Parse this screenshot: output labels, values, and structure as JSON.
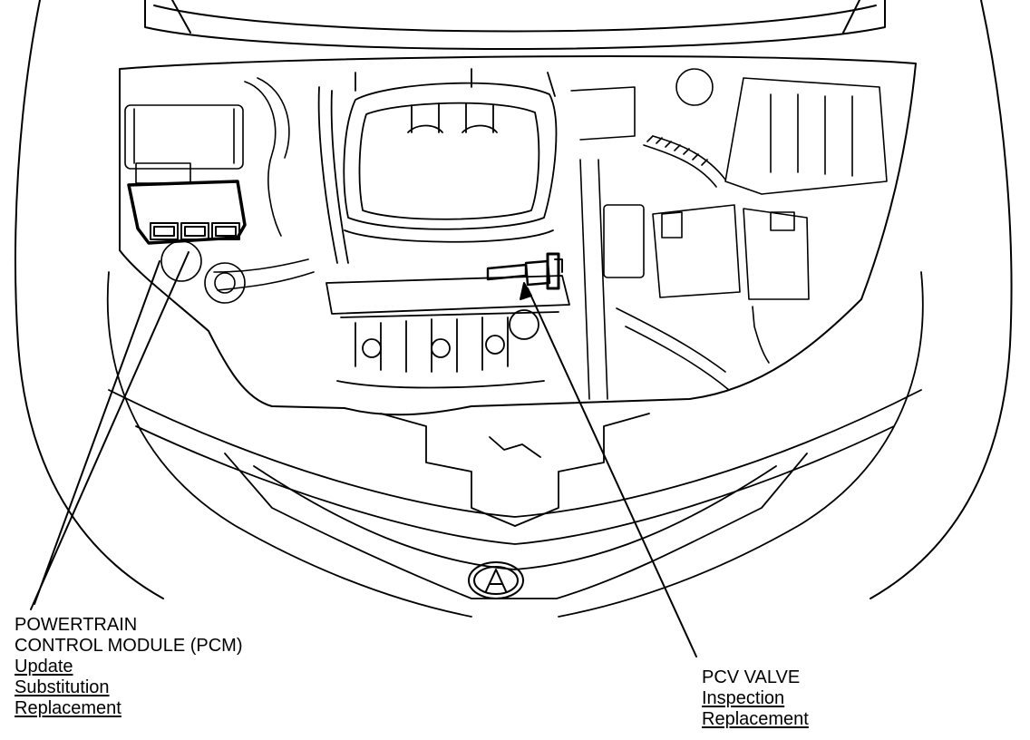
{
  "diagram": {
    "line_color": "#000000",
    "background_color": "#ffffff"
  },
  "callouts": {
    "pcm": {
      "heading_lines": [
        "POWERTRAIN",
        "CONTROL MODULE (PCM)"
      ],
      "links": [
        "Update",
        "Substitution",
        "Replacement"
      ]
    },
    "pcv": {
      "heading_lines": [
        "PCV VALVE"
      ],
      "links": [
        "Inspection",
        "Replacement"
      ]
    }
  }
}
